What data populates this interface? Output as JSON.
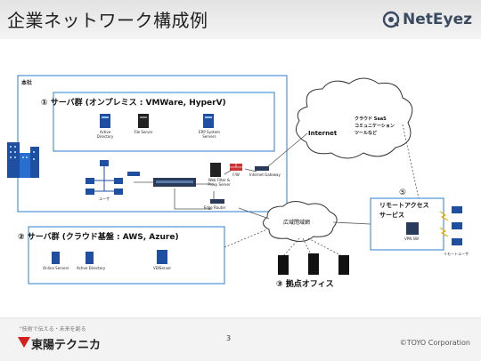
{
  "slide": {
    "title": "企業ネットワーク構成例",
    "logo_text": "NetEyez",
    "tagline": "\"技術で伝える・未来を創る",
    "company": "東陽テクニカ",
    "page_number": "3",
    "copyright": "©TOYO Corporation"
  },
  "hq": {
    "label": "本社",
    "server_group": "①  サーバ群 (オンプレミス : VMWare, HyperV)",
    "servers": [
      "Active Directory",
      "File Server",
      "ERP System Servers"
    ],
    "user_label": "ユーザ",
    "web_filter": "Web Filter & Proxy Server",
    "fw": "F/W",
    "internet_gateway": "Internet Gateway",
    "edge_router": "Edge Router"
  },
  "cloud_group": {
    "label": "②  サーバ群 (クラウド基盤 : AWS, Azure)",
    "servers": [
      "Online Servers",
      "Active Directory",
      "VDIServer"
    ]
  },
  "internet": {
    "label": "Internet",
    "saas": [
      "クラウド SaaS",
      "コミュニケーション",
      "ツールなど"
    ]
  },
  "wan": {
    "label": "広域閉域網"
  },
  "branch": {
    "label": "③  拠点オフィス"
  },
  "remote": {
    "label_line1": "リモートアクセス",
    "label_line2": "サービス",
    "number": "⑤",
    "vpn": "VPN SW",
    "remote_user": "リモートユーザ"
  }
}
